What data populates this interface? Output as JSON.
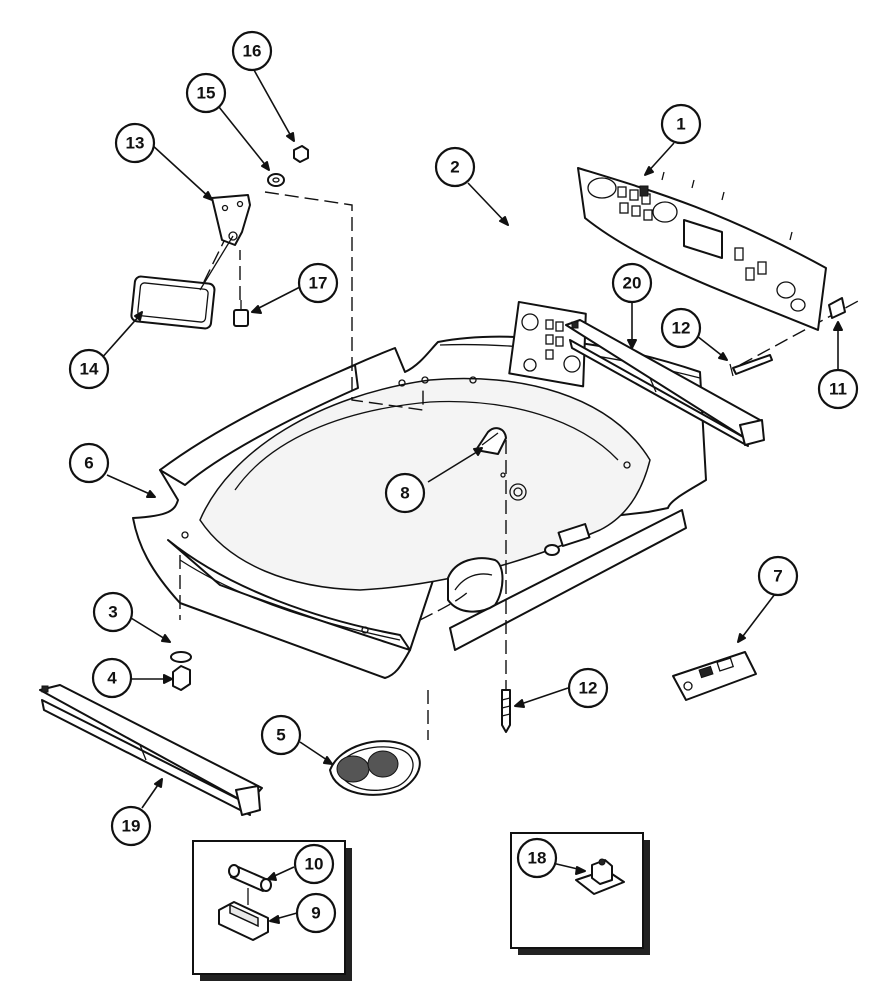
{
  "callouts": [
    {
      "id": "c1",
      "label": "1"
    },
    {
      "id": "c2",
      "label": "2"
    },
    {
      "id": "c3",
      "label": "3"
    },
    {
      "id": "c4",
      "label": "4"
    },
    {
      "id": "c5",
      "label": "5"
    },
    {
      "id": "c6",
      "label": "6"
    },
    {
      "id": "c7",
      "label": "7"
    },
    {
      "id": "c8",
      "label": "8"
    },
    {
      "id": "c9",
      "label": "9"
    },
    {
      "id": "c10",
      "label": "10"
    },
    {
      "id": "c11",
      "label": "11"
    },
    {
      "id": "c12a",
      "label": "12"
    },
    {
      "id": "c12b",
      "label": "12"
    },
    {
      "id": "c13",
      "label": "13"
    },
    {
      "id": "c14",
      "label": "14"
    },
    {
      "id": "c15",
      "label": "15"
    },
    {
      "id": "c16",
      "label": "16"
    },
    {
      "id": "c17",
      "label": "17"
    },
    {
      "id": "c18",
      "label": "18"
    },
    {
      "id": "c19",
      "label": "19"
    },
    {
      "id": "c20",
      "label": "20"
    }
  ]
}
